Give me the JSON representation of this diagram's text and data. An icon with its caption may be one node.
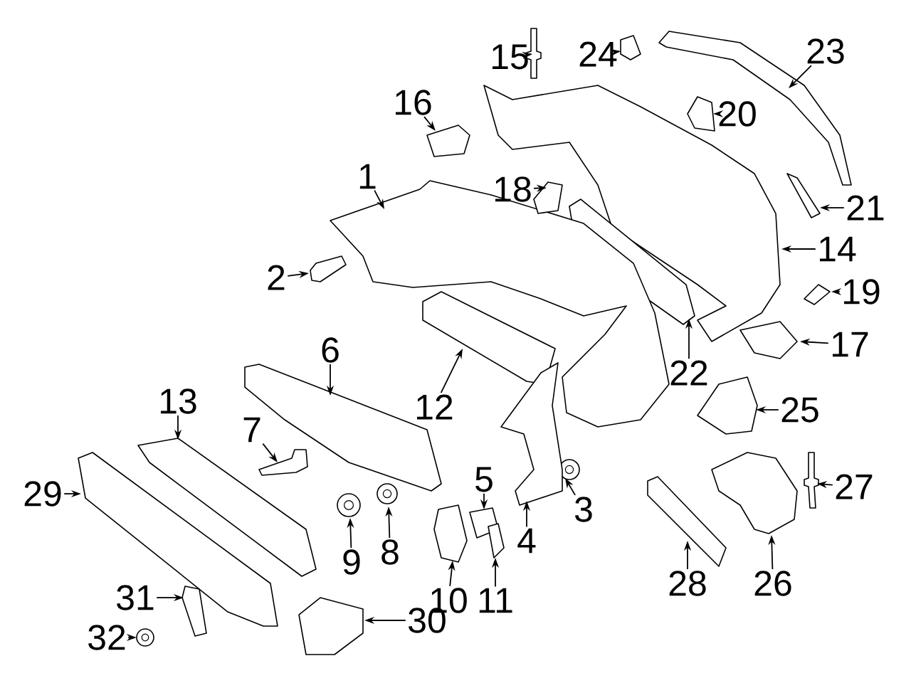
{
  "diagram": {
    "nodes": [
      {
        "text": [
          "1"
        ]
      },
      {
        "text": [
          "2"
        ]
      },
      {
        "text": [
          "3"
        ]
      },
      {
        "text": [
          "4"
        ]
      },
      {
        "text": [
          "5"
        ]
      },
      {
        "text": [
          "6"
        ]
      },
      {
        "text": [
          "7"
        ]
      },
      {
        "text": [
          "8"
        ]
      },
      {
        "text": [
          "9"
        ]
      },
      {
        "text": [
          "10"
        ]
      },
      {
        "text": [
          "11"
        ]
      },
      {
        "text": [
          "12"
        ]
      },
      {
        "text": [
          "13"
        ]
      },
      {
        "text": [
          "14"
        ]
      },
      {
        "text": [
          "15"
        ]
      },
      {
        "text": [
          "16"
        ]
      },
      {
        "text": [
          "17"
        ]
      },
      {
        "text": [
          "18"
        ]
      },
      {
        "text": [
          "19"
        ]
      },
      {
        "text": [
          "20"
        ]
      },
      {
        "text": [
          "21"
        ]
      },
      {
        "text": [
          "22"
        ]
      },
      {
        "text": [
          "23"
        ]
      },
      {
        "text": [
          "24"
        ]
      },
      {
        "text": [
          "25"
        ]
      },
      {
        "text": [
          "26"
        ]
      },
      {
        "text": [
          "27"
        ]
      },
      {
        "text": [
          "28"
        ]
      },
      {
        "text": [
          "29"
        ]
      },
      {
        "text": [
          "30"
        ]
      },
      {
        "text": [
          "31"
        ]
      },
      {
        "text": [
          "32"
        ]
      },
      {
        "text": [],
        "shape": "picture"
      },
      {
        "text": [],
        "shape": "picture"
      },
      {
        "text": [],
        "shape": "circle"
      },
      {
        "text": [],
        "shape": "picture"
      },
      {
        "text": [],
        "shape": "picture"
      },
      {
        "text": [],
        "shape": "picture"
      },
      {
        "text": [],
        "shape": "picture"
      },
      {
        "text": [],
        "shape": "circle"
      },
      {
        "text": [],
        "shape": "circle"
      },
      {
        "text": [],
        "shape": "picture"
      },
      {
        "text": [],
        "shape": "picture"
      },
      {
        "text": [],
        "shape": "picture"
      },
      {
        "text": [],
        "shape": "picture"
      },
      {
        "text": [],
        "shape": "picture"
      },
      {
        "text": [],
        "shape": "picture"
      },
      {
        "text": [],
        "shape": "picture"
      },
      {
        "text": [],
        "shape": "picture"
      },
      {
        "text": [],
        "shape": "picture"
      },
      {
        "text": [],
        "shape": "picture"
      },
      {
        "text": [],
        "shape": "picture"
      },
      {
        "text": [],
        "shape": "picture"
      },
      {
        "text": [],
        "shape": "picture"
      },
      {
        "text": [],
        "shape": "picture"
      },
      {
        "text": [],
        "shape": "picture"
      },
      {
        "text": [],
        "shape": "picture"
      },
      {
        "text": [],
        "shape": "picture"
      },
      {
        "text": [],
        "shape": "picture"
      },
      {
        "text": [],
        "shape": "picture"
      },
      {
        "text": [],
        "shape": "picture"
      },
      {
        "text": [],
        "shape": "picture"
      },
      {
        "text": [],
        "shape": "picture"
      },
      {
        "text": [],
        "shape": "circle"
      }
    ],
    "edges": [
      {
        "from": 0,
        "to": 32,
        "arrow": "to"
      },
      {
        "from": 1,
        "to": 33,
        "arrow": "to"
      },
      {
        "from": 2,
        "to": 34,
        "arrow": "to"
      },
      {
        "from": 3,
        "to": 35,
        "arrow": "to"
      },
      {
        "from": 4,
        "to": 36,
        "arrow": "to"
      },
      {
        "from": 5,
        "to": 37,
        "arrow": "to"
      },
      {
        "from": 6,
        "to": 38,
        "arrow": "to"
      },
      {
        "from": 7,
        "to": 39,
        "arrow": "to"
      },
      {
        "from": 8,
        "to": 40,
        "arrow": "to"
      },
      {
        "from": 9,
        "to": 41,
        "arrow": "to"
      },
      {
        "from": 10,
        "to": 42,
        "arrow": "to"
      },
      {
        "from": 11,
        "to": 43,
        "arrow": "to"
      },
      {
        "from": 12,
        "to": 44,
        "arrow": "to"
      },
      {
        "from": 13,
        "to": 45,
        "arrow": "to"
      },
      {
        "from": 14,
        "to": 46,
        "arrow": "to"
      },
      {
        "from": 15,
        "to": 47,
        "arrow": "to"
      },
      {
        "from": 16,
        "to": 48,
        "arrow": "to"
      },
      {
        "from": 17,
        "to": 49,
        "arrow": "to"
      },
      {
        "from": 18,
        "to": 50,
        "arrow": "to"
      },
      {
        "from": 19,
        "to": 51,
        "arrow": "to"
      },
      {
        "from": 20,
        "to": 52,
        "arrow": "to"
      },
      {
        "from": 21,
        "to": 53,
        "arrow": "to"
      },
      {
        "from": 22,
        "to": 54,
        "arrow": "to"
      },
      {
        "from": 23,
        "to": 55,
        "arrow": "to"
      },
      {
        "from": 24,
        "to": 56,
        "arrow": "to"
      },
      {
        "from": 25,
        "to": 57,
        "arrow": "to"
      },
      {
        "from": 26,
        "to": 58,
        "arrow": "to"
      },
      {
        "from": 27,
        "to": 59,
        "arrow": "to"
      },
      {
        "from": 28,
        "to": 60,
        "arrow": "to"
      },
      {
        "from": 29,
        "to": 61,
        "arrow": "to"
      },
      {
        "from": 30,
        "to": 62,
        "arrow": "to"
      },
      {
        "from": 31,
        "to": 63,
        "arrow": "to"
      }
    ]
  }
}
